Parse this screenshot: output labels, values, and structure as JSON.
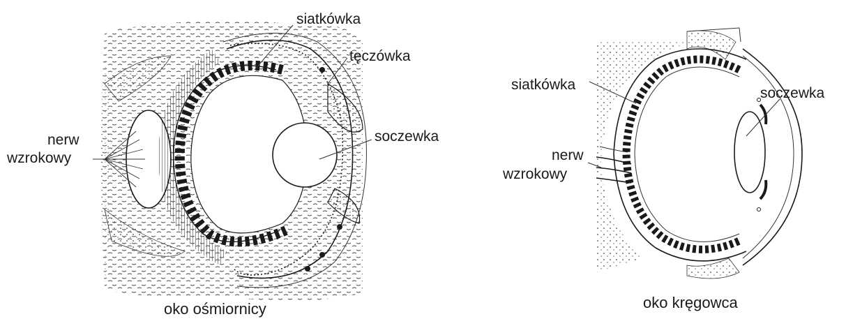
{
  "octopus_eye": {
    "caption": "oko ośmiornicy",
    "labels": {
      "retina": "siatkówka",
      "iris": "tęczówka",
      "lens": "soczewka",
      "optic_nerve_line1": "nerw",
      "optic_nerve_line2": "wzrokowy"
    }
  },
  "vertebrate_eye": {
    "caption": "oko kręgowca",
    "labels": {
      "retina": "siatkówka",
      "lens": "soczewka",
      "optic_nerve_line1": "nerw",
      "optic_nerve_line2": "wzrokowy"
    }
  }
}
